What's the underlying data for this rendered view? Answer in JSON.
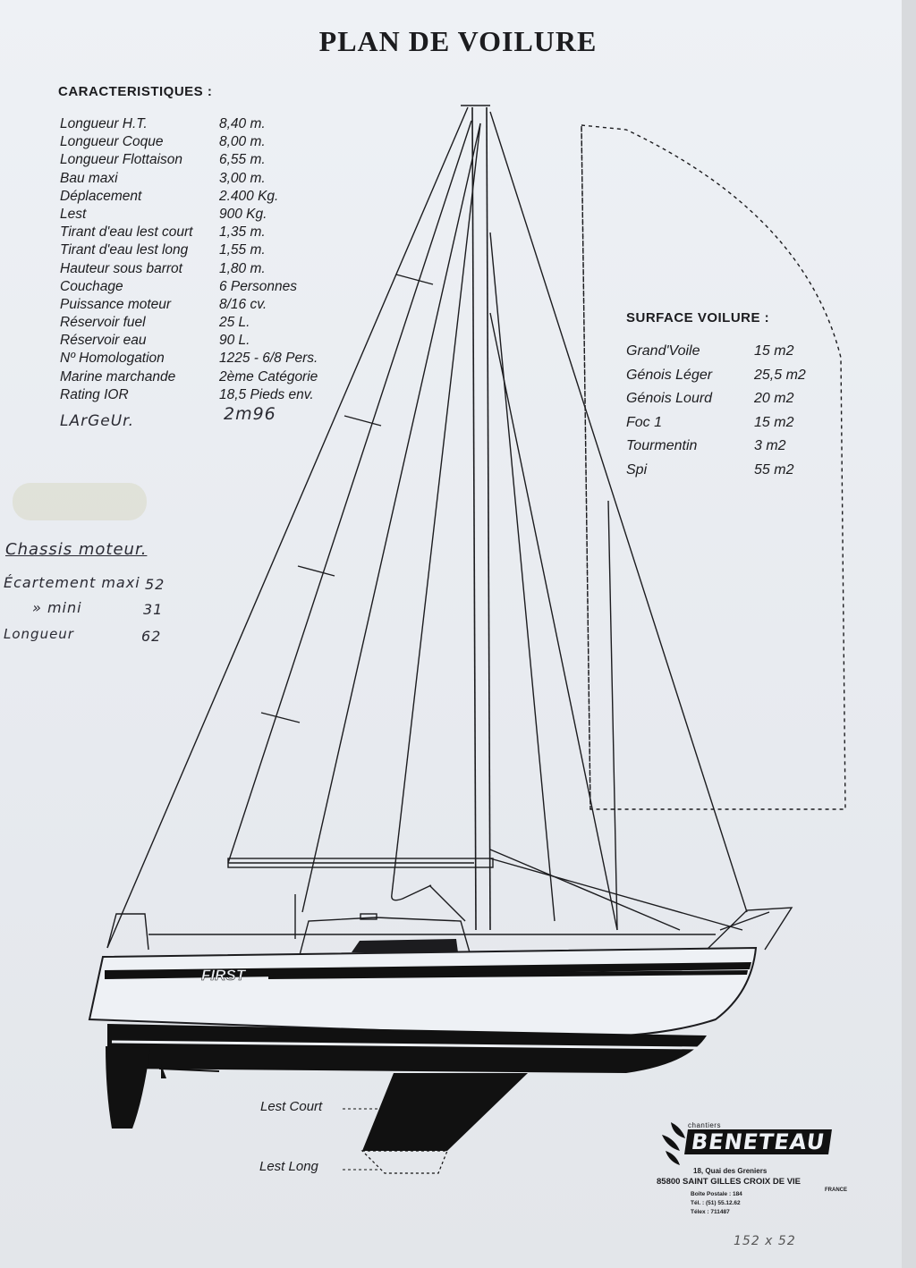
{
  "title": "PLAN DE VOILURE",
  "characteristics": {
    "heading": "CARACTERISTIQUES :",
    "rows": [
      {
        "label": "Longueur H.T.",
        "value": "8,40 m."
      },
      {
        "label": "Longueur Coque",
        "value": "8,00 m."
      },
      {
        "label": "Longueur Flottaison",
        "value": "6,55 m."
      },
      {
        "label": "Bau maxi",
        "value": "3,00 m."
      },
      {
        "label": "Déplacement",
        "value": "2.400 Kg."
      },
      {
        "label": "Lest",
        "value": "900 Kg."
      },
      {
        "label": "Tirant d'eau lest court",
        "value": "1,35 m."
      },
      {
        "label": "Tirant d'eau lest long",
        "value": "1,55 m."
      },
      {
        "label": "Hauteur sous barrot",
        "value": "1,80 m."
      },
      {
        "label": "Couchage",
        "value": "6 Personnes"
      },
      {
        "label": "Puissance moteur",
        "value": "8/16 cv."
      },
      {
        "label": "Réservoir fuel",
        "value": "25 L."
      },
      {
        "label": "Réservoir eau",
        "value": "90 L."
      },
      {
        "label": "Nº Homologation",
        "value": "1225 - 6/8 Pers."
      },
      {
        "label": "Marine marchande",
        "value": "2ème Catégorie"
      },
      {
        "label": "Rating IOR",
        "value": "18,5 Pieds env."
      }
    ]
  },
  "handwritten": {
    "largeur_label": "LArGeUr.",
    "largeur_value": "2m96",
    "chassis_title": "Chassis moteur.",
    "ecartement_label": "Écartement maxi",
    "ecartement_value": "52",
    "mini_label": "» mini",
    "mini_value": "31",
    "longueur_label": "Longueur",
    "longueur_value": "62",
    "bottom_note": "152 x 52"
  },
  "sail_area": {
    "heading": "SURFACE VOILURE :",
    "rows": [
      {
        "label": "Grand'Voile",
        "value": "15 m2"
      },
      {
        "label": "Génois Léger",
        "value": "25,5 m2"
      },
      {
        "label": "Génois Lourd",
        "value": "20 m2"
      },
      {
        "label": "Foc 1",
        "value": "15 m2"
      },
      {
        "label": "Tourmentin",
        "value": "3 m2"
      },
      {
        "label": "Spi",
        "value": "55 m2"
      }
    ]
  },
  "hull_name": "FIRST",
  "keel": {
    "short_label": "Lest Court",
    "long_label": "Lest Long"
  },
  "brand": {
    "small": "chantiers",
    "name": "BENETEAU",
    "address1": "18, Quai des Greniers",
    "address2": "85800 SAINT GILLES CROIX DE VIE",
    "country": "FRANCE",
    "box": "Boîte Postale : 184",
    "tel": "Tél. : (51) 55.12.62",
    "telex": "Télex : 711487"
  },
  "colors": {
    "ink": "#1c1c1f",
    "paper": "#eef1f5",
    "hull_dark": "#111111"
  }
}
